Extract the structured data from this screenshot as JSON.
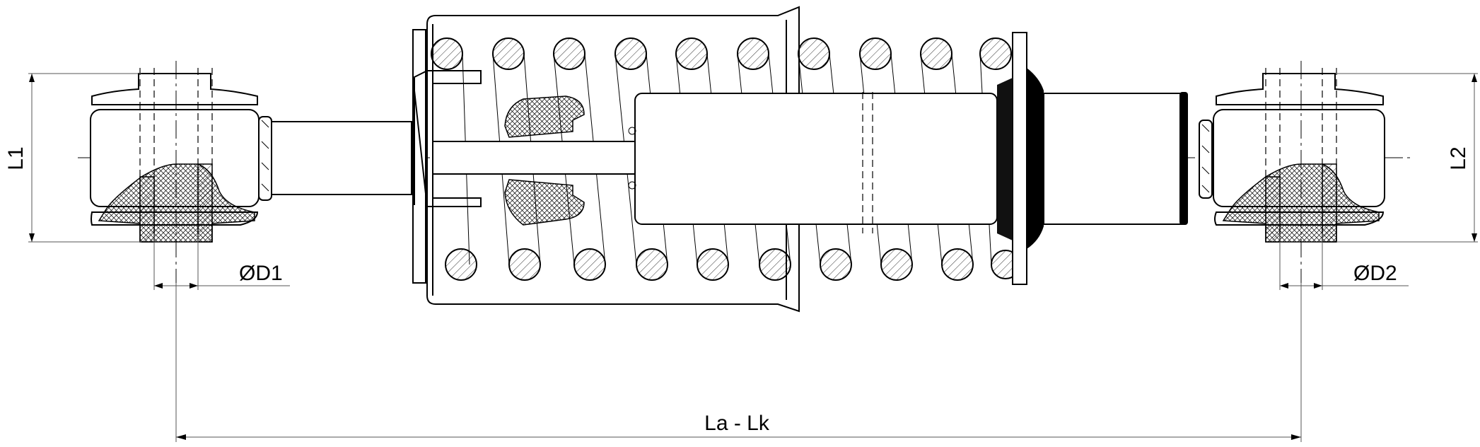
{
  "dimensions": {
    "l1": "L1",
    "l2": "L2",
    "d1": "ØD1",
    "d2": "ØD2",
    "length": "La - Lk"
  },
  "colors": {
    "line": "#000000",
    "background": "#ffffff",
    "dimension": "#555555"
  }
}
